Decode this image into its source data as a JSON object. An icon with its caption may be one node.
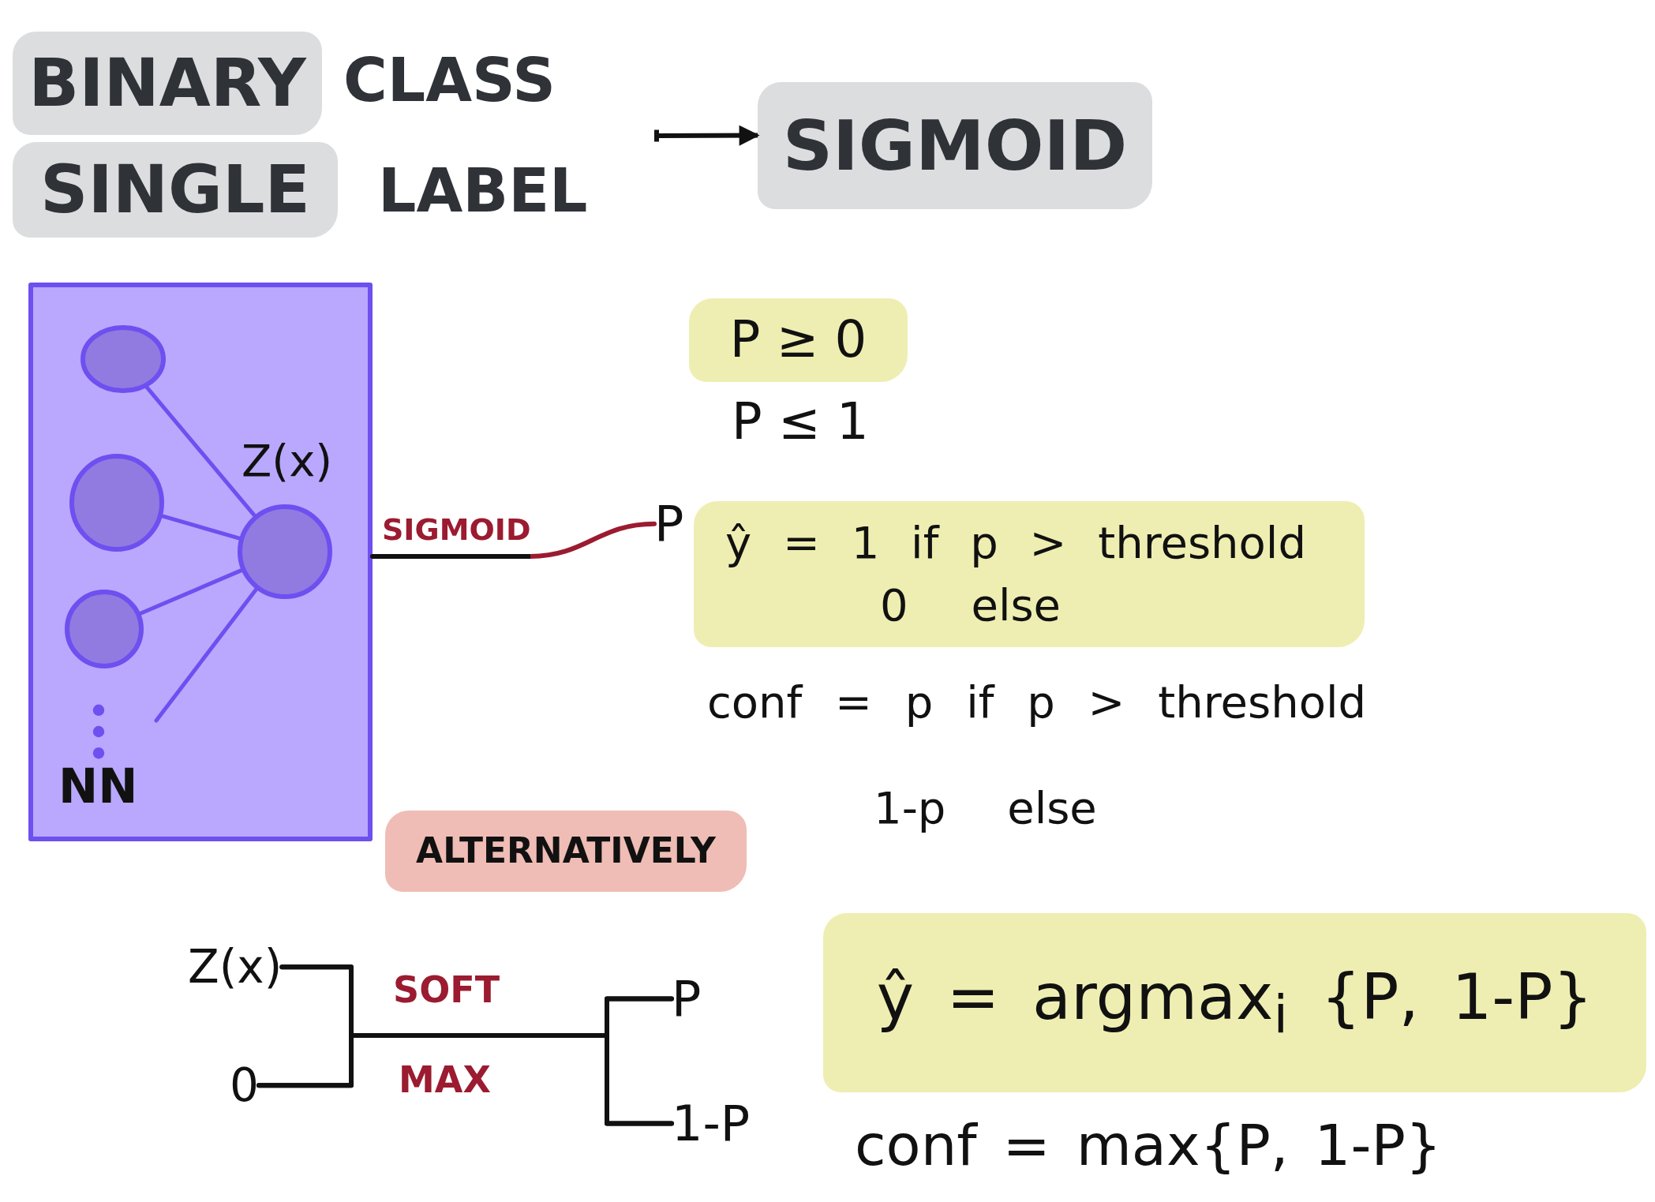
{
  "diagram": {
    "nodes": [
      {
        "text": [
          "BINARY"
        ],
        "beside": [
          "CLASS"
        ]
      },
      {
        "text": [
          "SINGLE"
        ],
        "beside": [
          "LABEL"
        ]
      },
      {
        "text": [
          "SIGMOID"
        ]
      },
      {
        "text": [
          "NN"
        ]
      },
      {
        "text": [],
        "shape": "circle",
        "in": 3
      },
      {
        "text": [],
        "shape": "circle",
        "in": 3
      },
      {
        "text": [],
        "shape": "circle",
        "in": 3
      },
      {
        "text": [],
        "shape": "circle",
        "in": 3,
        "beside": [
          "Z(x)"
        ]
      },
      {
        "text": [
          "P ≥ 0"
        ]
      },
      {
        "text": [
          "P"
        ]
      },
      {
        "text": [
          "ŷ = 1 if p > threshold",
          "0 else"
        ]
      },
      {
        "text": [
          "ALTERNATIVELY"
        ]
      },
      {
        "text": [
          "Z(x)"
        ]
      },
      {
        "text": [
          "0"
        ]
      },
      {
        "text": [
          "P"
        ]
      },
      {
        "text": [
          "1-P"
        ]
      },
      {
        "text": [
          "ŷ = argmax$_{i}$ {P, 1-P}"
        ]
      }
    ],
    "edges": [
      {
        "from": null,
        "to": 2,
        "arrow": "to"
      },
      {
        "from": 4,
        "to": 7,
        "arrow": "none",
        "color": "#6e4ff0"
      },
      {
        "from": 5,
        "to": 7,
        "arrow": "none",
        "color": "#6e4ff0"
      },
      {
        "from": 6,
        "to": 7,
        "arrow": "none",
        "color": "#6e4ff0"
      },
      {
        "from": 7,
        "to": null,
        "arrow": "none",
        "color": "#6e4ff0"
      },
      {
        "from": 3,
        "to": 9,
        "arrow": "none",
        "label": "SIGMOID"
      },
      {
        "from": 12,
        "to": 14,
        "arrow": "none",
        "label": "SOFT"
      },
      {
        "from": 12,
        "to": 15,
        "arrow": "none"
      },
      {
        "from": 13,
        "to": 14,
        "arrow": "none"
      },
      {
        "from": 13,
        "to": 15,
        "arrow": "none",
        "label": "MAX"
      }
    ],
    "labels": [
      "P ≤ 1",
      "conf = p if p > threshold",
      "1-p else",
      "conf = max{P, 1-P}"
    ]
  }
}
